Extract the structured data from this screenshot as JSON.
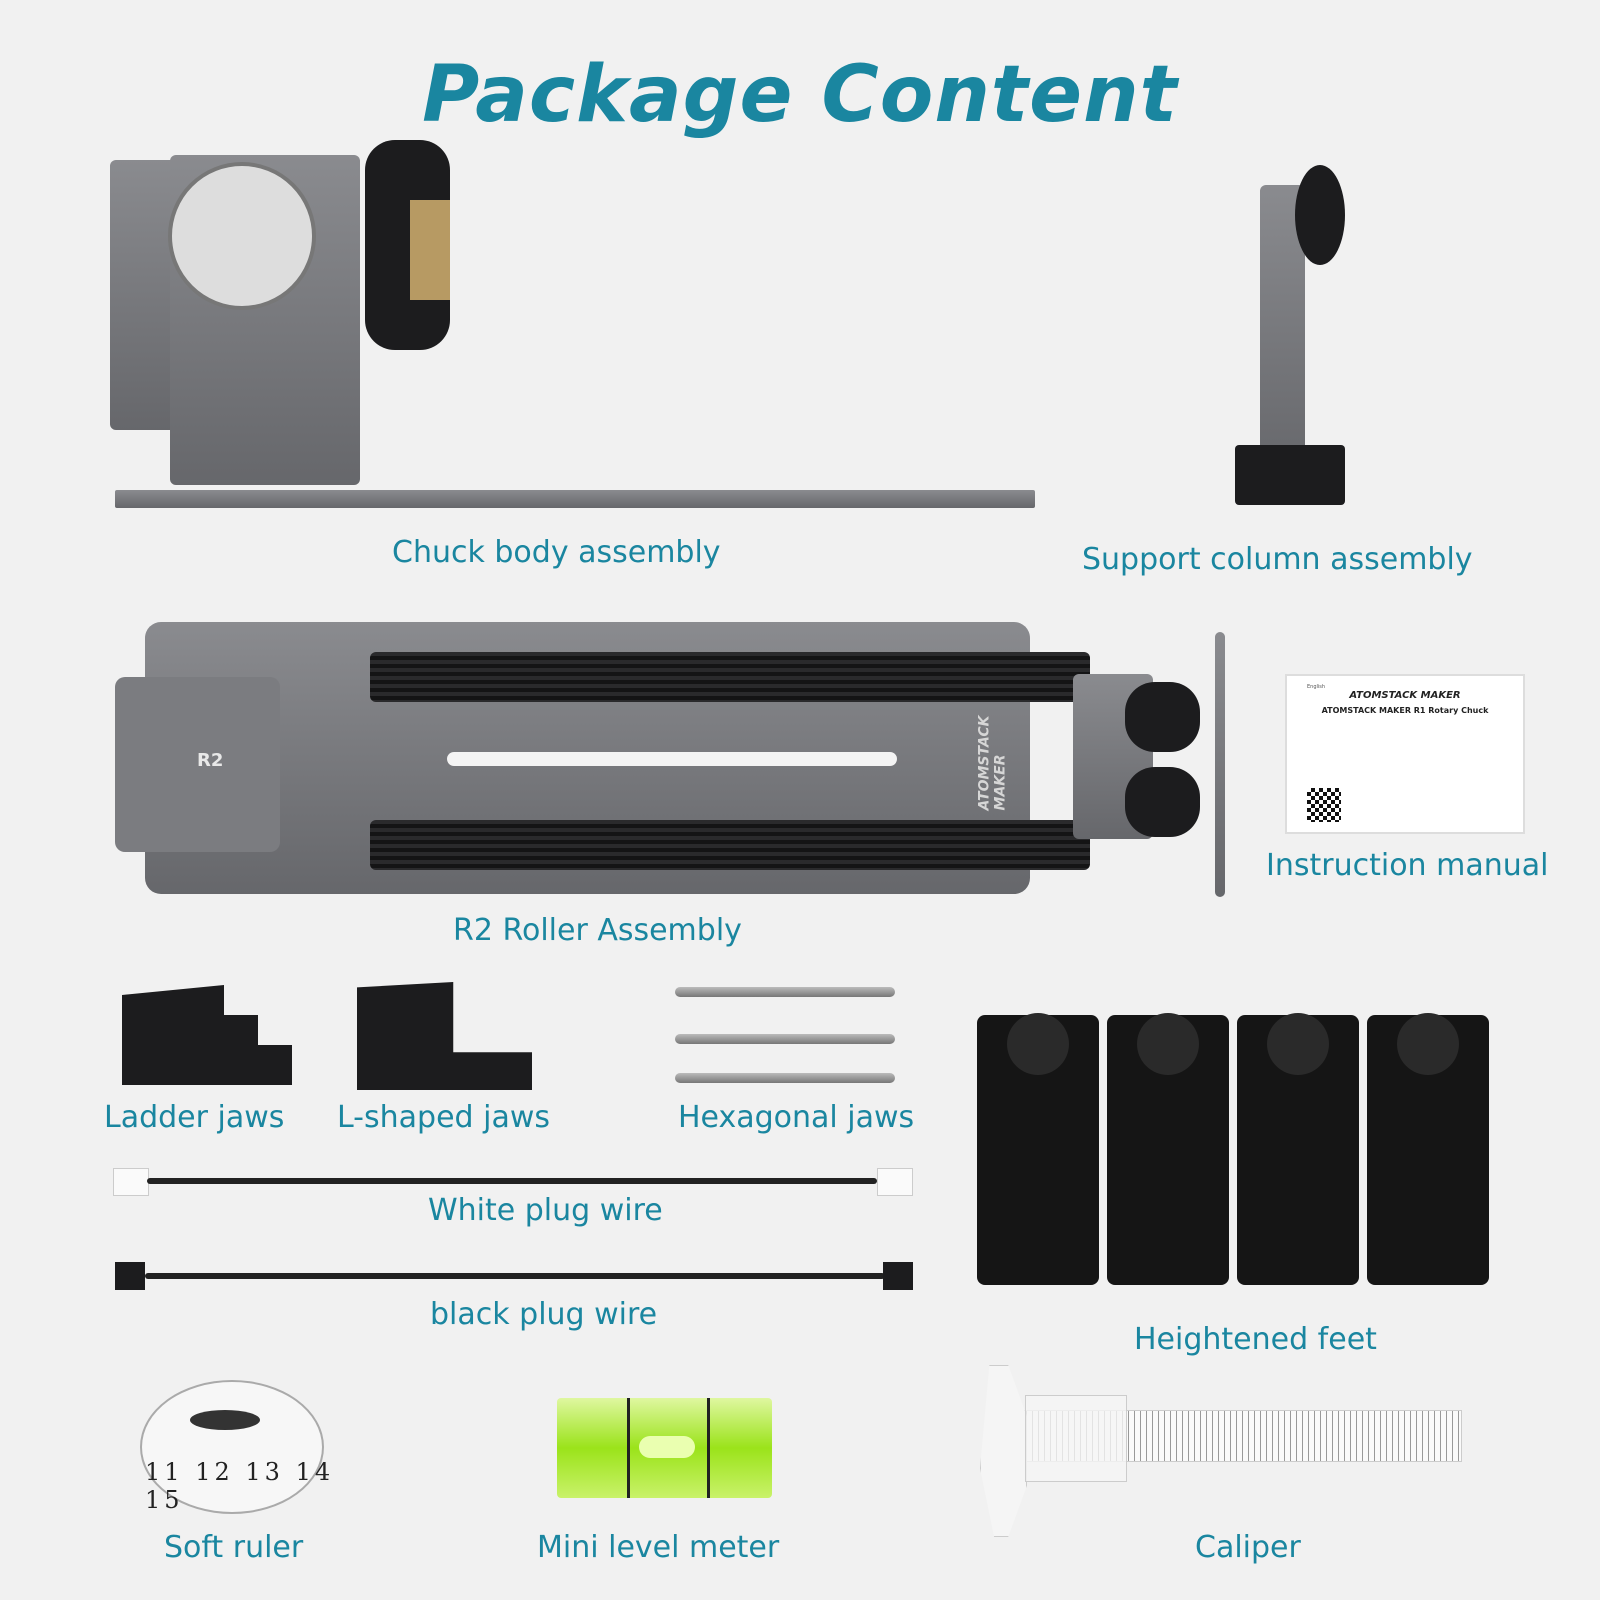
{
  "title": "Package Content",
  "accent_color": "#1a86a0",
  "items": [
    {
      "label": "Chuck body assembly"
    },
    {
      "label": "Support column assembly"
    },
    {
      "label": "R2 Roller Assembly"
    },
    {
      "label": "Instruction manual"
    },
    {
      "label": "Ladder jaws"
    },
    {
      "label": "L-shaped jaws"
    },
    {
      "label": "Hexagonal jaws"
    },
    {
      "label": "White plug wire"
    },
    {
      "label": "black plug wire"
    },
    {
      "label": "Heightened feet"
    },
    {
      "label": "Soft ruler"
    },
    {
      "label": "Mini level meter"
    },
    {
      "label": "Caliper"
    }
  ],
  "roller_badge": "R2",
  "roller_brand": "ATOMSTACK MAKER",
  "manual": {
    "lang": "English",
    "brand": "ATOMSTACK MAKER",
    "heading": "ATOMSTACK MAKER R1 Rotary Chuck"
  },
  "ruler_numbers": [
    "11",
    "12",
    "13",
    "14",
    "15"
  ]
}
